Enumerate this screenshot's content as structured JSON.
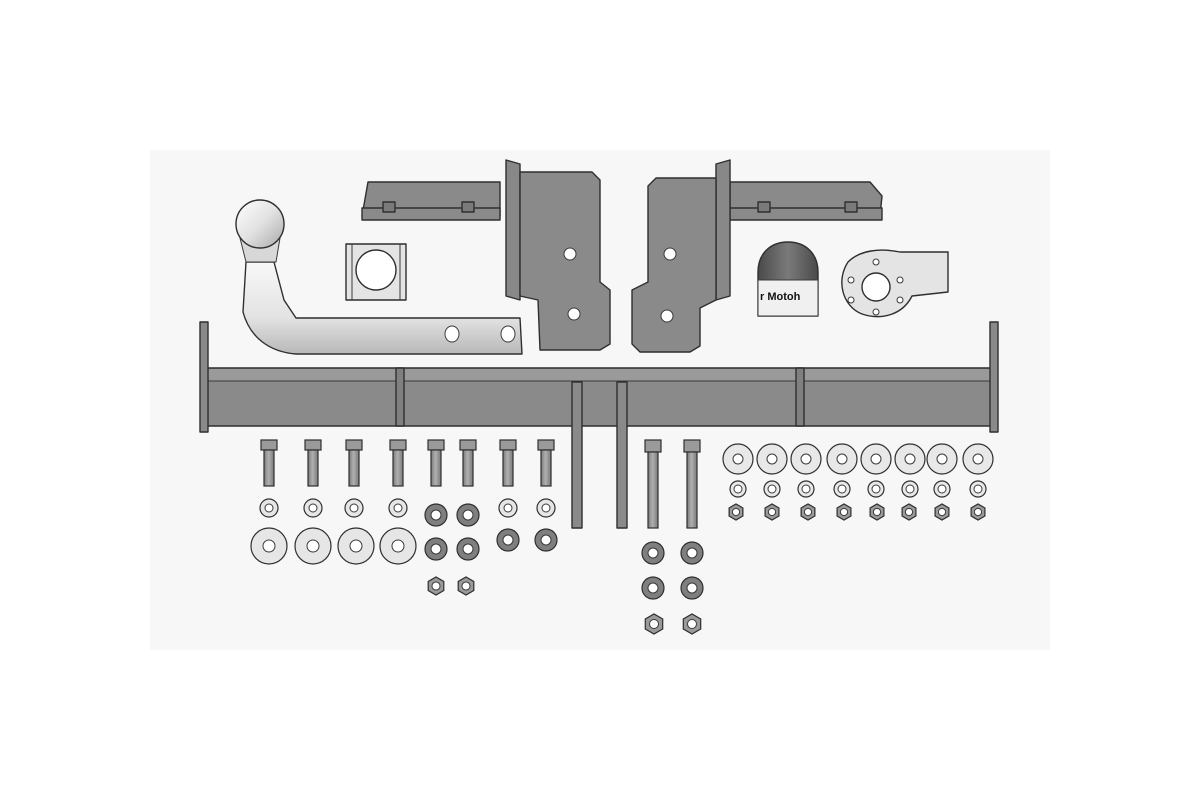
{
  "colors": {
    "background": "#ffffff",
    "backdrop": "#f7f7f7",
    "dark_metal": "#8a8a8a",
    "dark_metal_shade": "#6f6f6f",
    "light_metal": "#e4e4e4",
    "light_metal_highlight": "#f6f6f6",
    "outline": "#2f2f2f",
    "hole": "#ffffff",
    "cap_dark": "#5c5c5c"
  },
  "diagram": {
    "parts": [
      "tow-ball-arm",
      "clamp-bracket",
      "left-mounting-bracket",
      "right-mounting-bracket",
      "ball-cover-cap",
      "socket-plate",
      "cross-beam",
      "bolts",
      "washers",
      "nuts"
    ],
    "cap_logo_text": "r Motoh"
  }
}
